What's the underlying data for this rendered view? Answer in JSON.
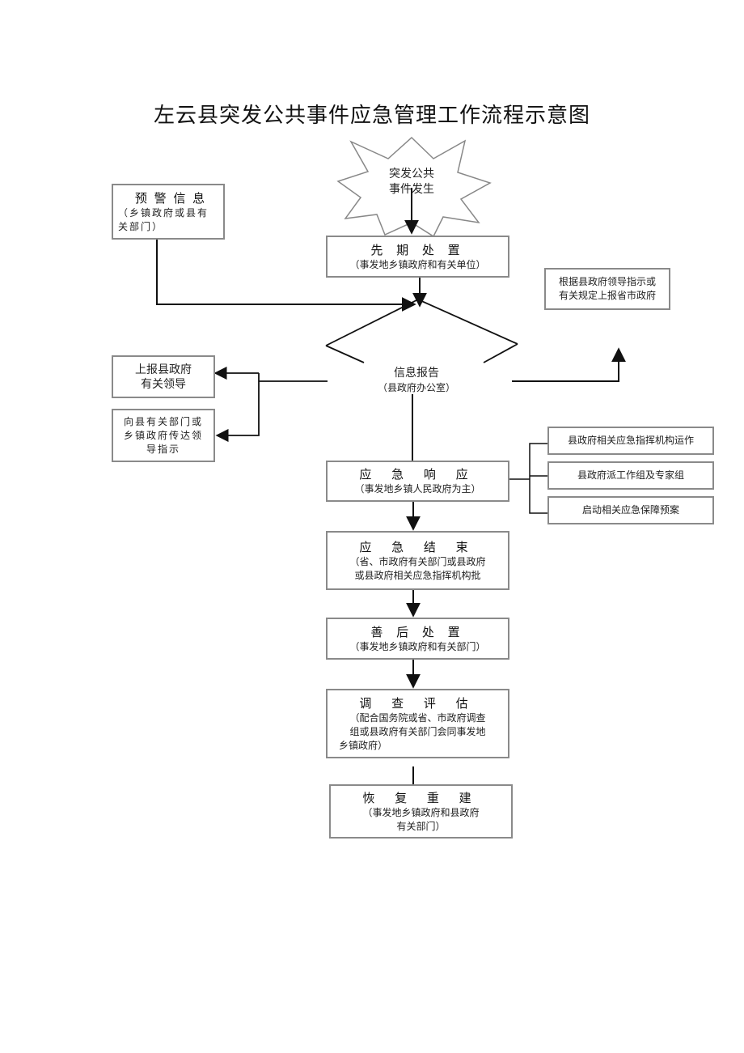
{
  "title": "左云县突发公共事件应急管理工作流程示意图",
  "event": {
    "line1": "突发公共",
    "line2": "事件发生"
  },
  "warning": {
    "title": "预 警 信 息",
    "line1": "（乡镇政府或县有",
    "line2": "关部门）"
  },
  "initial": {
    "title": "先 期 处 置",
    "sub": "（事发地乡镇政府和有关单位）"
  },
  "report": {
    "title": "信息报告",
    "sub": "（县政府办公室）"
  },
  "upper": {
    "line1": "根据县政府领导指示或",
    "line2": "有关规定上报省市政府"
  },
  "report_leaders": {
    "line1": "上报县政府",
    "line2": "有关领导"
  },
  "convey": {
    "line1": "向县有关部门或",
    "line2": "乡镇政府传达领",
    "line3": "导指示"
  },
  "response": {
    "title": "应 急 响 应",
    "sub": "（事发地乡镇人民政府为主）"
  },
  "measures": [
    {
      "label": "县政府相关应急指挥机构运作"
    },
    {
      "label": "县政府派工作组及专家组"
    },
    {
      "label": "启动相关应急保障预案"
    }
  ],
  "end": {
    "title": "应 急 结 束",
    "line1": "（省、市政府有关部门或县政府",
    "line2": "或县政府相关应急指挥机构批"
  },
  "aftermath": {
    "title": "善 后 处 置",
    "sub": "（事发地乡镇政府和有关部门）"
  },
  "investigation": {
    "title": "调 查 评 估",
    "line1": "（配合国务院或省、市政府调查",
    "line2": "组或县政府有关部门会同事发地",
    "line3": "乡镇政府）"
  },
  "recovery": {
    "title": "恢 复 重 建",
    "line1": "（事发地乡镇政府和县政府",
    "line2": "有关部门）"
  }
}
